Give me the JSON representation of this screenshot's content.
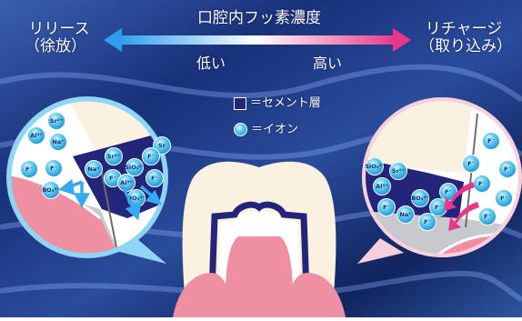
{
  "header": {
    "title": "口腔内フッ素濃度",
    "left_label_line1": "リリース",
    "left_label_line2": "（徐放）",
    "right_label_line1": "リチャージ",
    "right_label_line2": "（取り込み）",
    "low_label": "低い",
    "high_label": "高い"
  },
  "legend": {
    "cement_label": "＝セメント層",
    "ion_label": "＝イオン"
  },
  "left_bubble_ions": [
    "Sr²⁺",
    "Al³⁺",
    "Na⁺",
    "F⁻",
    "F⁻",
    "BO₃³⁻",
    "Na⁺",
    "Sr²⁺",
    "F⁻",
    "SiO₃²⁻",
    "Al³⁺",
    "BO₃³⁻",
    "Sr",
    "F⁻",
    "F⁻"
  ],
  "right_bubble_ions": [
    "SiO₃²⁻",
    "Al³⁺",
    "Sr²⁺",
    "F⁻",
    "Na⁺",
    "BO₃³⁻",
    "F⁻",
    "F⁻",
    "F⁻",
    "F⁻",
    "F⁻",
    "F⁻",
    "F⁻",
    "F⁻",
    "F⁻"
  ],
  "colors": {
    "arrow_left": "#3aa8ef",
    "arrow_right": "#e8388a",
    "cement": "#23247a",
    "ion": "#4cc3ef",
    "gum": "#ee8fa2",
    "enamel": "#fbf1e0",
    "background": "#17307a"
  }
}
